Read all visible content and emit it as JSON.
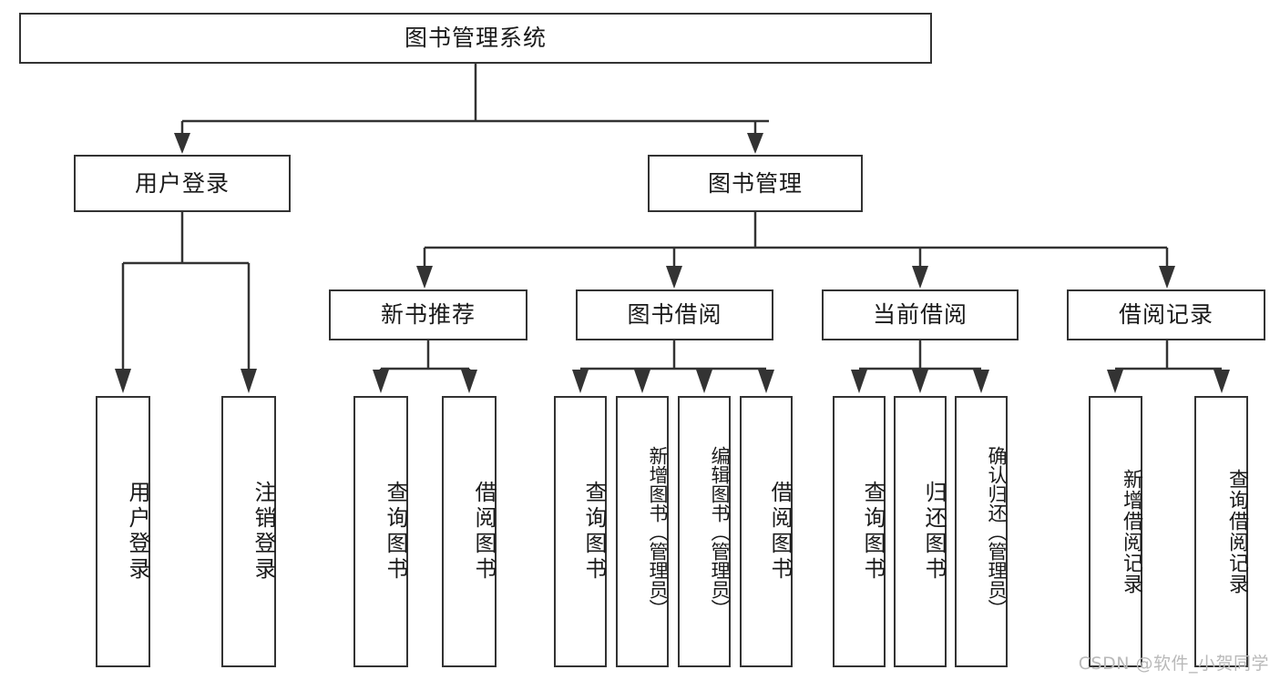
{
  "diagram": {
    "title": "图书管理系统",
    "type": "tree-hierarchy-chart",
    "root": {
      "label": "图书管理系统"
    },
    "level2": [
      {
        "label": "用户登录"
      },
      {
        "label": "图书管理"
      }
    ],
    "level3": [
      {
        "label": "新书推荐"
      },
      {
        "label": "图书借阅"
      },
      {
        "label": "当前借阅"
      },
      {
        "label": "借阅记录"
      }
    ],
    "leaves": {
      "user_login": [
        {
          "label": "用户登录"
        },
        {
          "label": "注销登录"
        }
      ],
      "new_book_recommend": [
        {
          "label": "查询图书"
        },
        {
          "label": "借阅图书"
        }
      ],
      "book_borrow": [
        {
          "label": "查询图书"
        },
        {
          "label": "新增图书（管理员）"
        },
        {
          "label": "编辑图书（管理员）"
        },
        {
          "label": "借阅图书"
        }
      ],
      "current_borrow": [
        {
          "label": "查询图书"
        },
        {
          "label": "归还图书"
        },
        {
          "label": "确认归还（管理员）"
        }
      ],
      "borrow_record": [
        {
          "label": "新增借阅记录"
        },
        {
          "label": "查询借阅记录"
        }
      ]
    }
  },
  "watermark": {
    "text": "CSDN @软件_小贺同学"
  },
  "colors": {
    "stroke": "#333333",
    "background": "#ffffff",
    "text": "#1a1a1a",
    "watermark": "#b9b9b9"
  }
}
